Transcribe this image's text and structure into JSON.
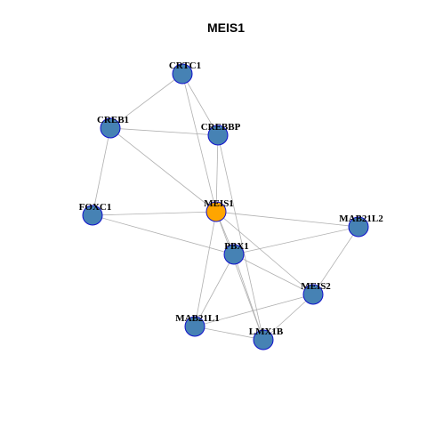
{
  "title": "MEIS1",
  "colors": {
    "node_fill": "#4682B4",
    "node_stroke": "#1010CC",
    "center_fill": "#FFA500",
    "center_stroke": "#1010CC",
    "edge": "#B0B0B0"
  },
  "nodes": [
    {
      "id": "CRTC1",
      "label": "CRTC1",
      "center": false
    },
    {
      "id": "CREB1",
      "label": "CREB1",
      "center": false
    },
    {
      "id": "CREBBP",
      "label": "CREBBP",
      "center": false
    },
    {
      "id": "MEIS1",
      "label": "MEIS1",
      "center": true
    },
    {
      "id": "FOXC1",
      "label": "FOXC1",
      "center": false
    },
    {
      "id": "MAB21L2",
      "label": "MAB21L2",
      "center": false
    },
    {
      "id": "PBX1",
      "label": "PBX1",
      "center": false
    },
    {
      "id": "MEIS2",
      "label": "MEIS2",
      "center": false
    },
    {
      "id": "MAB21L1",
      "label": "MAB21L1",
      "center": false
    },
    {
      "id": "LMX1B",
      "label": "LMX1B",
      "center": false
    }
  ],
  "edges": [
    [
      "CRTC1",
      "CREB1"
    ],
    [
      "CRTC1",
      "CREBBP"
    ],
    [
      "CRTC1",
      "MEIS1"
    ],
    [
      "CREB1",
      "CREBBP"
    ],
    [
      "CREB1",
      "FOXC1"
    ],
    [
      "CREB1",
      "MEIS1"
    ],
    [
      "CREBBP",
      "MEIS1"
    ],
    [
      "CREBBP",
      "LMX1B"
    ],
    [
      "FOXC1",
      "MEIS1"
    ],
    [
      "FOXC1",
      "PBX1"
    ],
    [
      "MEIS1",
      "MAB21L2"
    ],
    [
      "MEIS1",
      "PBX1"
    ],
    [
      "MEIS1",
      "MEIS2"
    ],
    [
      "MEIS1",
      "MAB21L1"
    ],
    [
      "MEIS1",
      "LMX1B"
    ],
    [
      "MAB21L2",
      "PBX1"
    ],
    [
      "MAB21L2",
      "MEIS2"
    ],
    [
      "PBX1",
      "MEIS2"
    ],
    [
      "PBX1",
      "MAB21L1"
    ],
    [
      "PBX1",
      "LMX1B"
    ],
    [
      "MEIS2",
      "MAB21L1"
    ],
    [
      "MEIS2",
      "LMX1B"
    ],
    [
      "MAB21L1",
      "LMX1B"
    ]
  ]
}
